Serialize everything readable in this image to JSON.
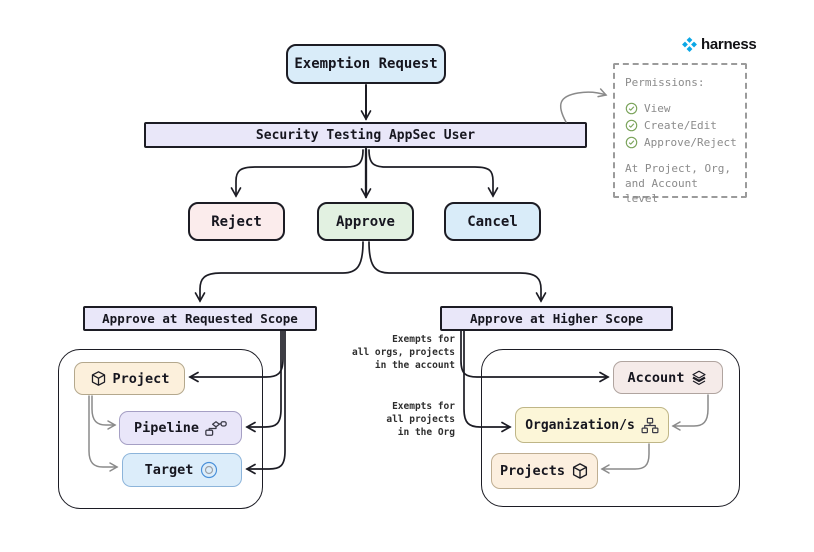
{
  "brand": {
    "name": "harness",
    "logo_color": "#0aa7e6"
  },
  "nodes": {
    "exemption": {
      "label": "Exemption Request",
      "fill": "#d9ecf9"
    },
    "appsec": {
      "label": "Security Testing AppSec User",
      "fill": "#e9e7f9"
    },
    "reject": {
      "label": "Reject",
      "fill": "#fbecec"
    },
    "approve": {
      "label": "Approve",
      "fill": "#e2f1e1"
    },
    "cancel": {
      "label": "Cancel",
      "fill": "#d9ecf9"
    },
    "scope_requested": {
      "label": "Approve at Requested Scope",
      "fill": "#e9e7f9"
    },
    "scope_higher": {
      "label": "Approve at Higher Scope",
      "fill": "#e9e7f9"
    },
    "project": {
      "label": "Project",
      "fill": "#fcf0dc",
      "icon": "cube-icon"
    },
    "pipeline": {
      "label": "Pipeline",
      "fill": "#e9e6f9",
      "icon": "pipeline-icon"
    },
    "target": {
      "label": "Target",
      "fill": "#dcedfa",
      "icon": "target-icon"
    },
    "account": {
      "label": "Account",
      "fill": "#f5ebe9",
      "icon": "layers-icon"
    },
    "organization": {
      "label": "Organization/s",
      "fill": "#fcf6d8",
      "icon": "org-chart-icon"
    },
    "projects": {
      "label": "Projects",
      "fill": "#fcefdf",
      "icon": "cube-icon"
    }
  },
  "annotations": {
    "account_note": {
      "lines": [
        "Exempts for",
        "all orgs, projects",
        "in the account"
      ]
    },
    "org_note": {
      "lines": [
        "Exempts for",
        "all projects",
        "in the Org"
      ]
    }
  },
  "permissions": {
    "title": "Permissions:",
    "items": [
      "View",
      "Create/Edit",
      "Approve/Reject"
    ],
    "footer_line1": "At Project, Org,",
    "footer_line2": "and Account level",
    "check_color": "#7aa35a",
    "text_color": "#8b8b8b"
  },
  "colors": {
    "stroke": "#1c1c24",
    "gray_stroke": "#8a8a8a"
  }
}
